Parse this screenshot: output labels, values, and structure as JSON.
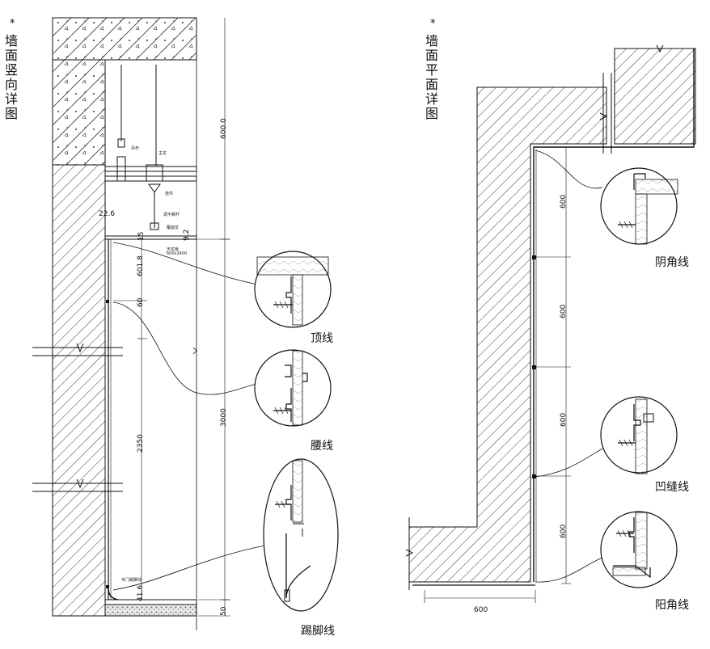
{
  "left": {
    "title": "墙面竖向详图",
    "star": "*",
    "callouts": {
      "top": "顶线",
      "waist": "腰线",
      "skirting": "踢脚线"
    },
    "dims": {
      "d6000": "600.0",
      "d3000": "3000",
      "d50": "50",
      "d2350": "2350",
      "d601": "601.8",
      "d60": "60",
      "d416": "41.6",
      "d226": "22.6",
      "d15": "15",
      "d92": "9.2"
    },
    "notes": {
      "n1": "吊杆",
      "n2": "主龙",
      "n3": "挂件",
      "n4": "调平螺杆",
      "n5": "覆面龙",
      "n6": "天花板",
      "n7": "600x2400",
      "n8": "专门踢脚线"
    }
  },
  "right": {
    "title": "墙面平面详图",
    "star": "*",
    "callouts": {
      "inner": "阴角线",
      "groove": "凹缝线",
      "outer": "阳角线"
    },
    "dims": {
      "a": "600",
      "b": "600",
      "c": "600",
      "d": "600",
      "bottom": "600"
    }
  }
}
